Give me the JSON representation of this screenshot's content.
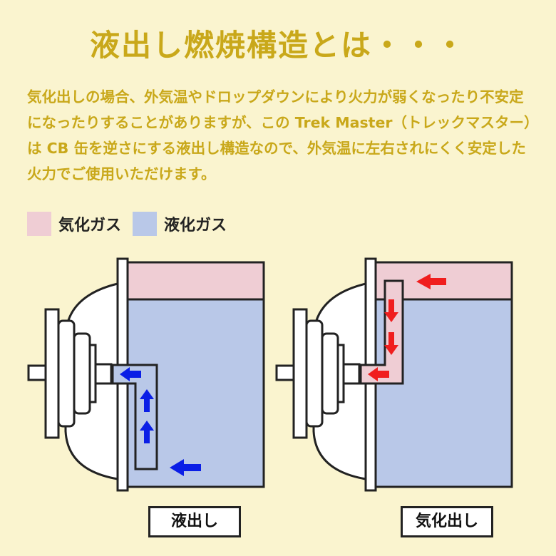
{
  "title": "液出し燃焼構造とは・・・",
  "description": "気化出しの場合、外気温やドロップダウンにより火力が弱くなったり不安定になったりすることがありますが、この Trek Master（トレックマスター）は CB 缶を逆さにする液出し構造なので、外気温に左右されにくく安定した火力でご使用いただけます。",
  "legend": [
    {
      "label": "気化ガス",
      "color": "#efcdd4"
    },
    {
      "label": "液化ガス",
      "color": "#b9c8e8"
    }
  ],
  "diagrams": {
    "left": {
      "caption": "液出し",
      "arrow_color": "#0a1ee6"
    },
    "right": {
      "caption": "気化出し",
      "arrow_color": "#f01e1e"
    }
  }
}
